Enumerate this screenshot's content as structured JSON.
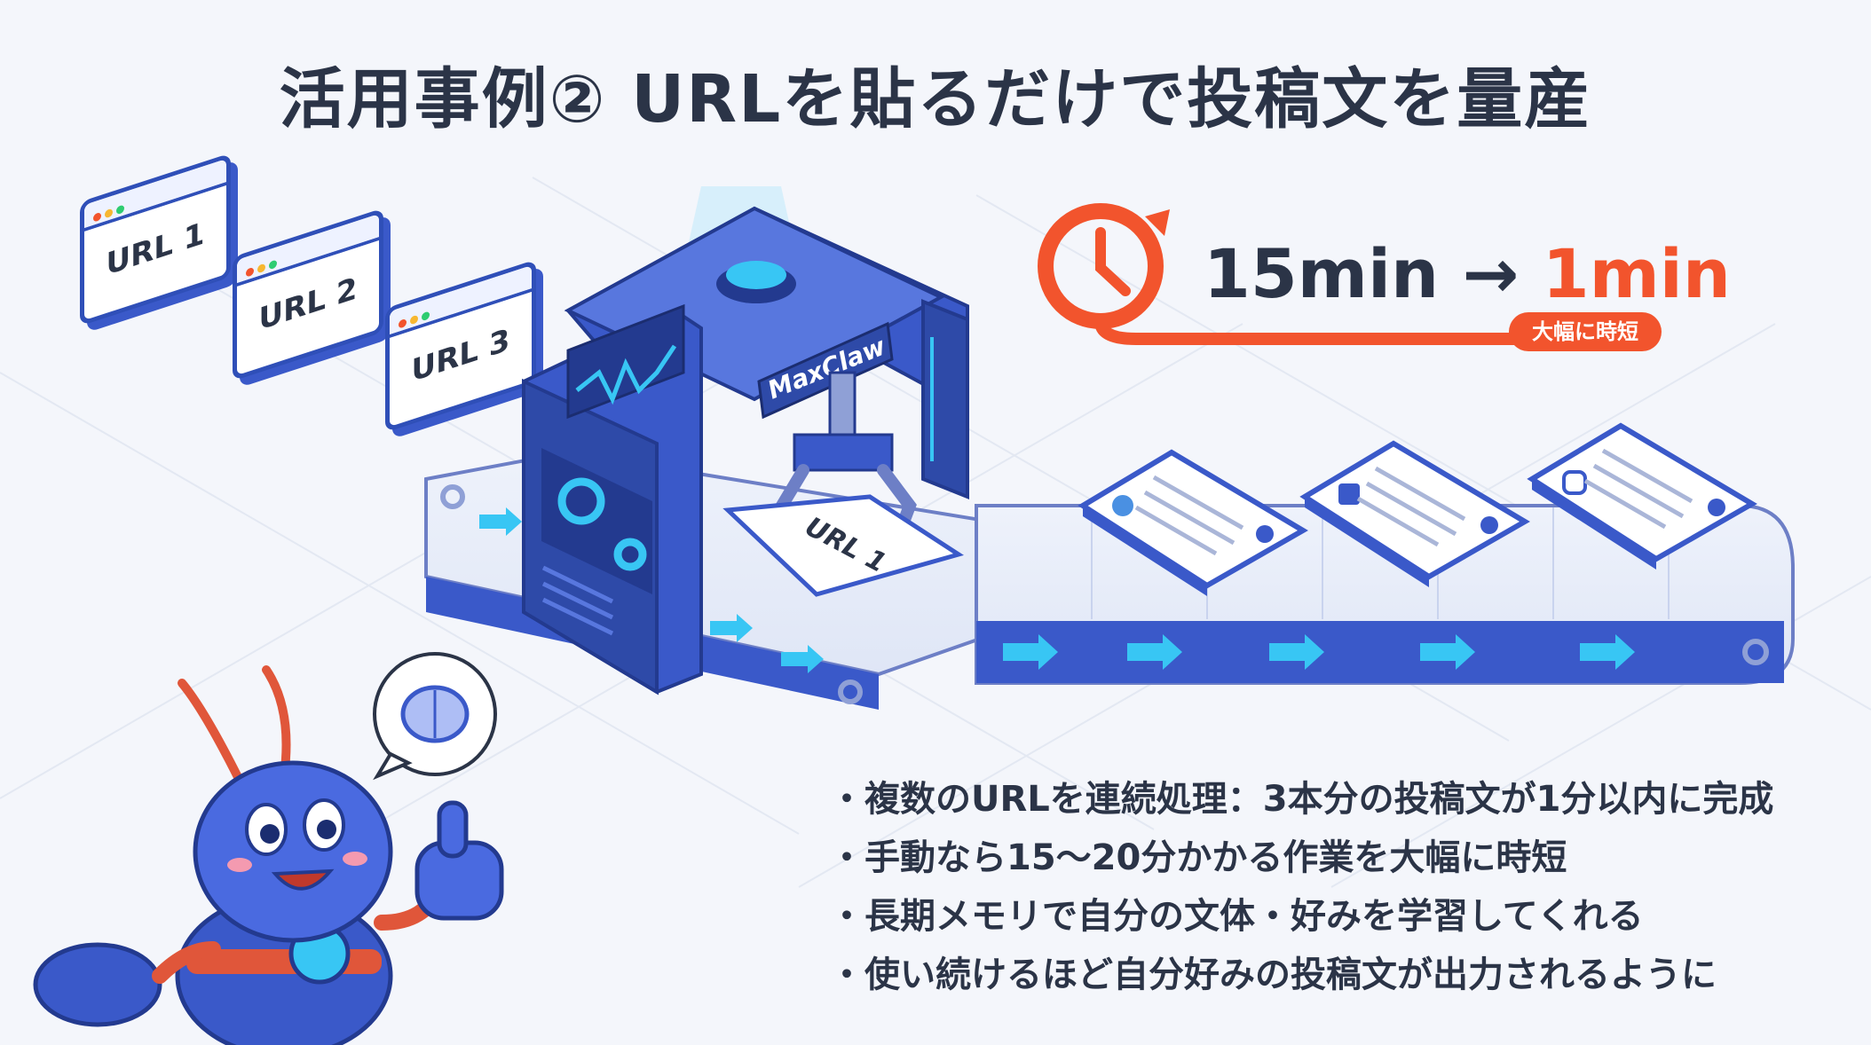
{
  "title": "活用事例② URLを貼るだけで投稿文を量産",
  "url_windows": [
    {
      "label": "URL 1"
    },
    {
      "label": "URL 2"
    },
    {
      "label": "URL 3"
    }
  ],
  "machine": {
    "brand": "MaxClaw",
    "processing_card": "URL 1"
  },
  "timer": {
    "from": "15min",
    "arrow": "→",
    "to": "1min",
    "badge": "大幅に時短"
  },
  "output_cards": [
    {
      "icon": "twitter-icon"
    },
    {
      "icon": "facebook-icon"
    },
    {
      "icon": "instagram-icon"
    }
  ],
  "bullets": [
    "・複数のURLを連続処理：3本分の投稿文が1分以内に完成",
    "・手動なら15〜20分かかる作業を大幅に時短",
    "・長期メモリで自分の文体・好みを学習してくれる",
    "・使い続けるほど自分好みの投稿文が出力されるように"
  ],
  "colors": {
    "primary": "#3a59c9",
    "accent": "#f2542d",
    "text": "#2b3447",
    "cyan": "#38c6f4"
  }
}
